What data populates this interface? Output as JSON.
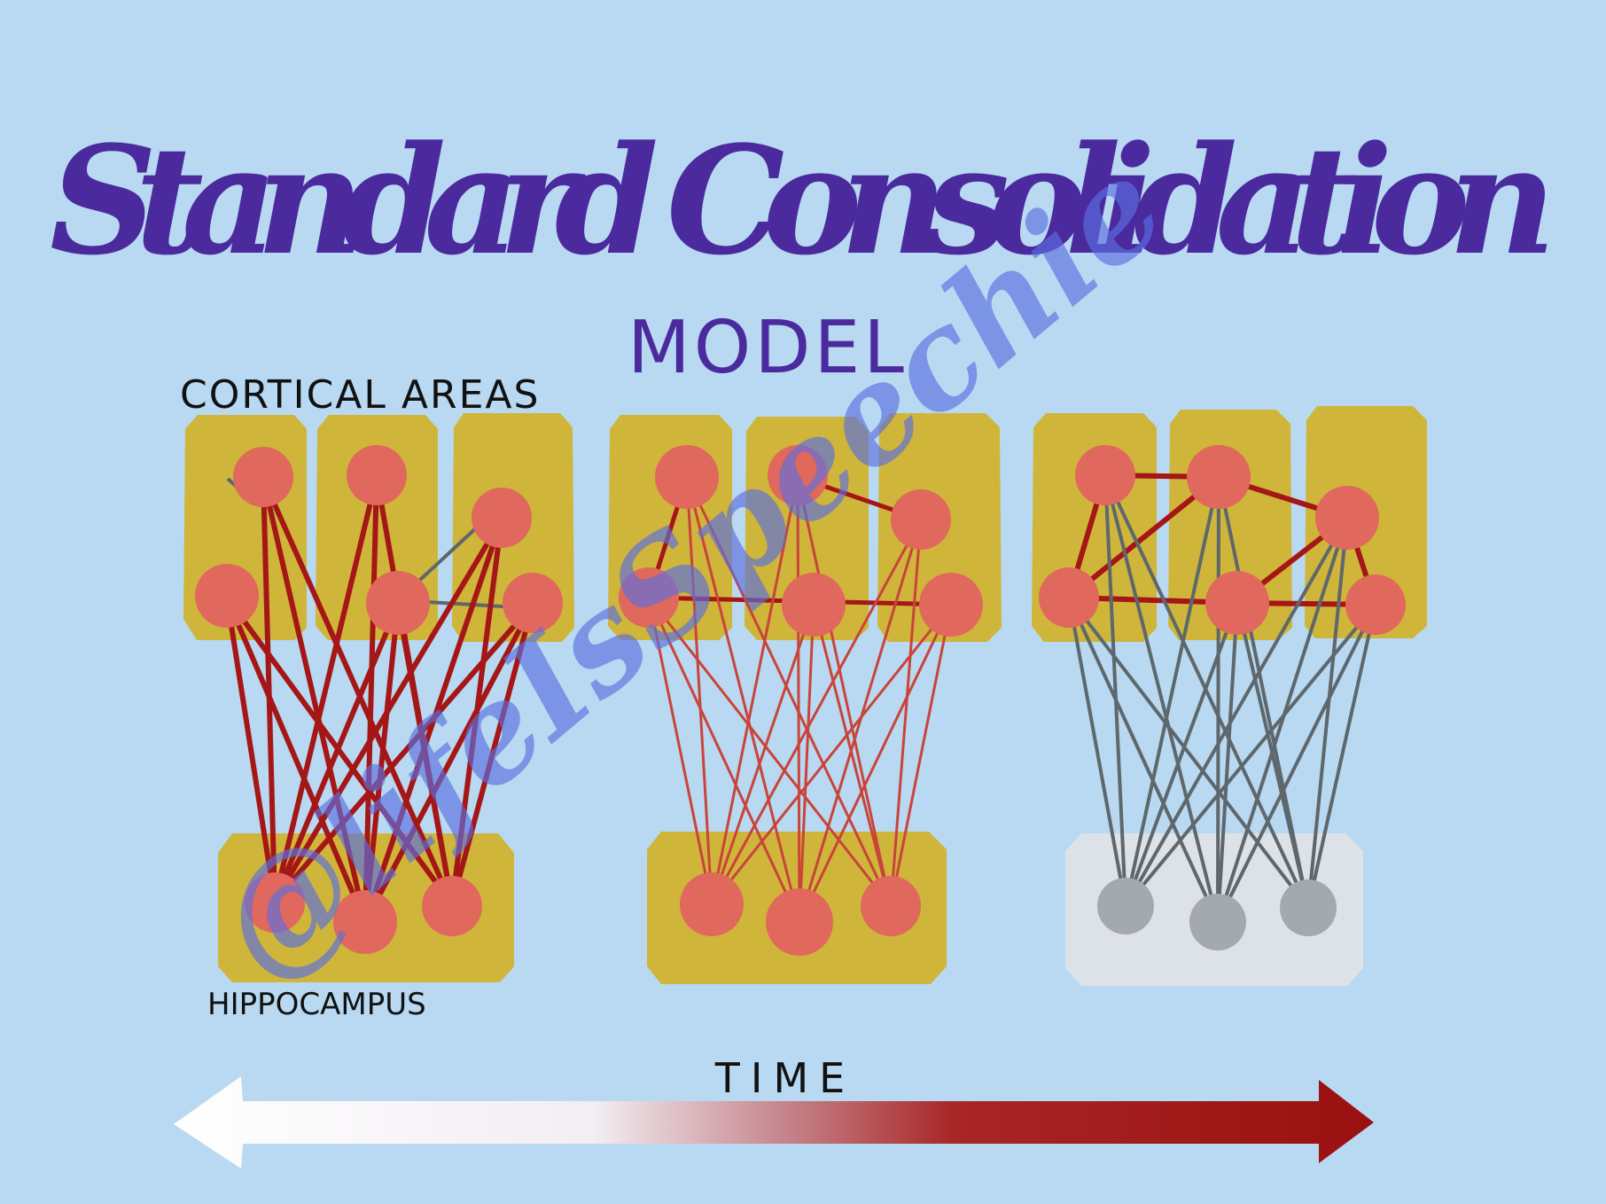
{
  "title": "Standard Consolidation",
  "subtitle": "MODEL",
  "labels": {
    "cortical": "CORTICAL AREAS",
    "hippocampus": "HIPPOCAMPUS",
    "time": "TIME"
  },
  "watermark": "@lifeIsSpeechie",
  "colors": {
    "background": "#b8d9f1",
    "title": "#4b2a9e",
    "region": "#cfb53a",
    "node": "#e0685c",
    "strong_link": "#a51616",
    "weak_link": "#c9443a",
    "gray_link": "#5e676c",
    "inactive_node": "#a4a9ae",
    "inactive_region": "#dde2e8"
  },
  "panels": [
    {
      "stage": "early",
      "hippocampus_active": true,
      "cortical_links": "few",
      "hippocampal_links": "strong"
    },
    {
      "stage": "middle",
      "hippocampus_active": true,
      "cortical_links": "growing",
      "hippocampal_links": "weakening"
    },
    {
      "stage": "late",
      "hippocampus_active": false,
      "cortical_links": "strong",
      "hippocampal_links": "inactive"
    }
  ]
}
